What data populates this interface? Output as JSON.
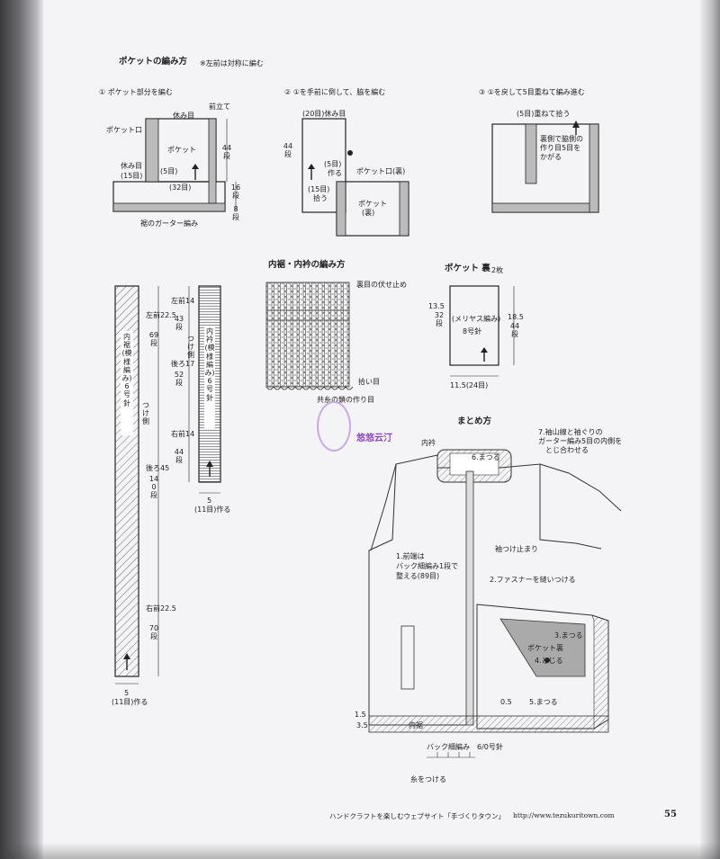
{
  "pocket": {
    "title": "ポケットの編み方",
    "note": "※左前は対称に編む",
    "step1": {
      "title": "① ポケット部分を編む",
      "yasumi": "休み目",
      "maetate": "前立て",
      "pocketguchi": "ポケット口",
      "pocket": "ポケット",
      "yasumi2": "休み目",
      "me15": "(15目)",
      "me5": "(5目)",
      "me32": "(32目)",
      "dan44": "44段",
      "dan16": "16段",
      "dan8": "8段",
      "suso": "裾のガーター編み"
    },
    "step2": {
      "title": "② ①を手前に倒して、脇を編む",
      "me20": "(20目)休み目",
      "dan44": "44段",
      "me5": "(5目)",
      "tsukuru": "作る",
      "me15": "(15目)",
      "hirou": "拾う",
      "guchi": "ポケット口(裏)",
      "pocket": "ポケット",
      "ura": "(裏)"
    },
    "step3": {
      "title": "③ ①を戻して5目重ねて編み進む",
      "me5": "(5目)重ねて拾う",
      "note1": "裏側で脇側の",
      "note2": "作り目5目を",
      "note3": "かがる"
    }
  },
  "uchisuso": {
    "title": "内裾・内衿の編み方",
    "fuse": "裏目の伏せ止め",
    "hirou": "拾い目",
    "tsukurime": "共糸の鎖の作り目"
  },
  "pocketura": {
    "title": "ポケット 裏",
    "count": "2枚",
    "w": "13.5",
    "wdan": "32段",
    "name": "(メリヤス編み)",
    "needle": "8号針",
    "h": "18.5",
    "hdan": "44段",
    "bottom": "11.5(24目)"
  },
  "hem": {
    "label": "内裾(模様編み)6号針",
    "tsukegawa": "つけ側",
    "hidari": "左前22.5",
    "hidari_dan": "69段",
    "ushiro": "後ろ45",
    "ushiro_dan": "140段",
    "migi": "右前22.5",
    "migi_dan": "70段",
    "bottom1": "5",
    "bottom2": "(11目)作る"
  },
  "collar": {
    "label": "内衿(模様編み)6号針",
    "tsukegawa": "つけ側",
    "hidari": "左前14",
    "hidari_dan": "43段",
    "ushiro": "後ろ17",
    "ushiro_dan": "52段",
    "migi": "右前14",
    "migi_dan": "44段",
    "bottom1": "5",
    "bottom2": "(11目)作る"
  },
  "assembly": {
    "title": "まとめ方",
    "step7a": "7.袖山線と袖ぐりの",
    "step7b": "ガーター編み5目の内側を",
    "step7c": "とじ合わせる",
    "uchieri": "内衿",
    "step6": "6.まつる",
    "step1a": "1.前端は",
    "step1b": "バック細編み1段で",
    "step1c": "整える(89目)",
    "step2": "2.ファスナーを縫いつける",
    "sodetsuke": "袖つけ止まり",
    "step3": "3.まつる",
    "pocketura": "ポケット裏",
    "step4": "4.とじる",
    "v05": "0.5",
    "step5": "5.まつる",
    "v15": "1.5",
    "v35": "3.5",
    "uchisuso": "内裾",
    "back": "バック細編み",
    "needle": "6/0号針",
    "ito": "糸をつける"
  },
  "watermark": "悠悠云汀",
  "footer": {
    "text": "ハンドクラフトを楽しむウェブサイト「手づくりタウン」",
    "url": "http://www.tezukuritown.com",
    "page": "55"
  }
}
